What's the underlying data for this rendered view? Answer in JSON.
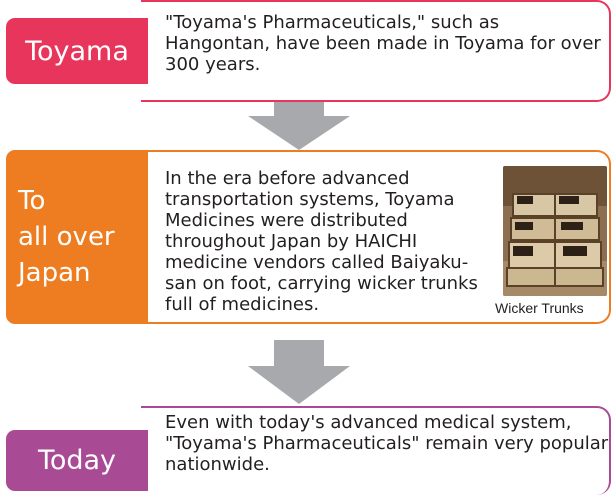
{
  "steps": [
    {
      "label_lines": [
        "Toyama"
      ],
      "text": "\"Toyama's Pharmaceuticals,\" such as Hangontan, have been made in Toyama for over 300 years.",
      "color": "#e8355c"
    },
    {
      "label_lines": [
        "To",
        "all over",
        "Japan"
      ],
      "text": "In the era before advanced transportation systems, Toyama Medicines were distributed throughout Japan by HAICHI medicine vendors called Baiyaku-san on foot, carrying wicker trunks full of medicines.",
      "color": "#ee7d22",
      "photo_caption": "Wicker Trunks"
    },
    {
      "label_lines": [
        "Today"
      ],
      "text": "Even with today's advanced medical system, \"Toyama's Pharmaceuticals\" remain very popular nationwide.",
      "color": "#a94a95"
    }
  ],
  "arrow_color": "#a7a9ac"
}
